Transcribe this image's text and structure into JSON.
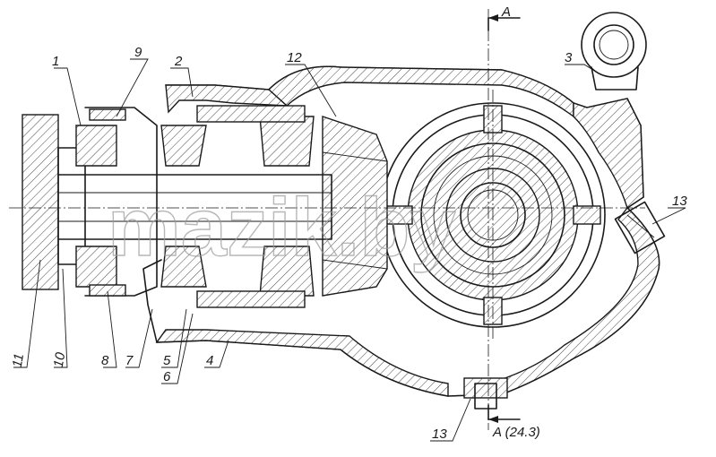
{
  "section_mark_top": "A",
  "section_mark_bottom": "A (24.3)",
  "watermark": "mazik.by",
  "callouts": [
    "1",
    "9",
    "2",
    "12",
    "3",
    "13",
    "13",
    "11",
    "10",
    "8",
    "7",
    "5",
    "6",
    "4"
  ]
}
